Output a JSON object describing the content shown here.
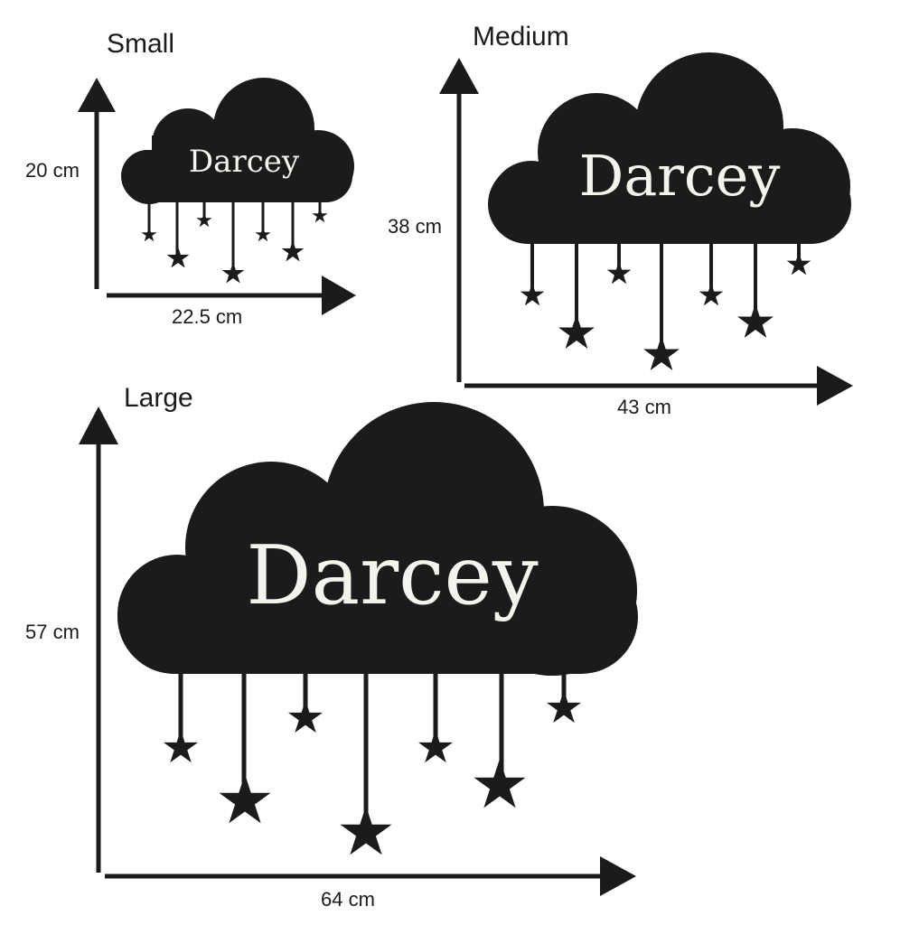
{
  "colors": {
    "ink": "#1b1b1b",
    "lettering": "#f4f4ee",
    "background": "#ffffff"
  },
  "name_text": "Darcey",
  "sizes": [
    {
      "id": "small",
      "label": "Small",
      "height": "20 cm",
      "width": "22.5 cm"
    },
    {
      "id": "medium",
      "label": "Medium",
      "height": "38 cm",
      "width": "43 cm"
    },
    {
      "id": "large",
      "label": "Large",
      "height": "57 cm",
      "width": "64 cm"
    }
  ]
}
